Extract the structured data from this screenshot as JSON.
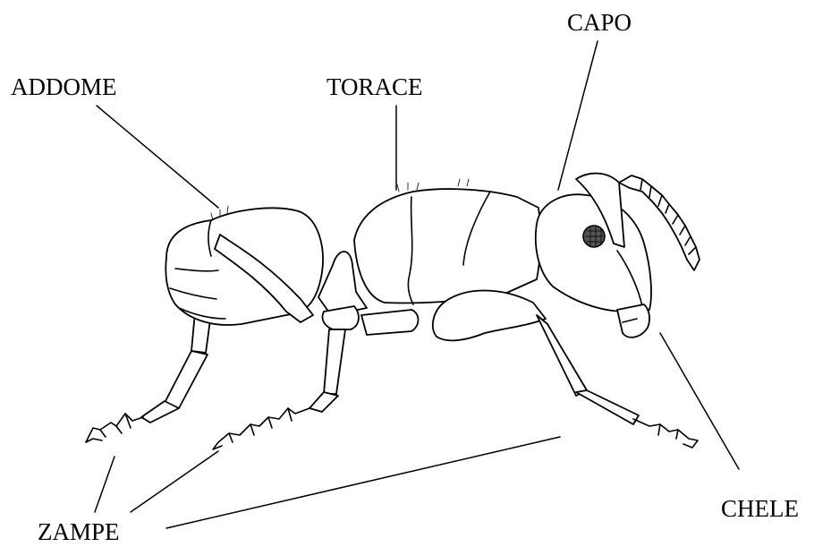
{
  "labels": {
    "head": "CAPO",
    "abdomen": "ADDOME",
    "thorax": "TORACE",
    "mandibles": "CHELE",
    "legs": "ZAMPE"
  },
  "colors": {
    "line": "#000000",
    "background": "#ffffff",
    "eye": "#555555"
  }
}
